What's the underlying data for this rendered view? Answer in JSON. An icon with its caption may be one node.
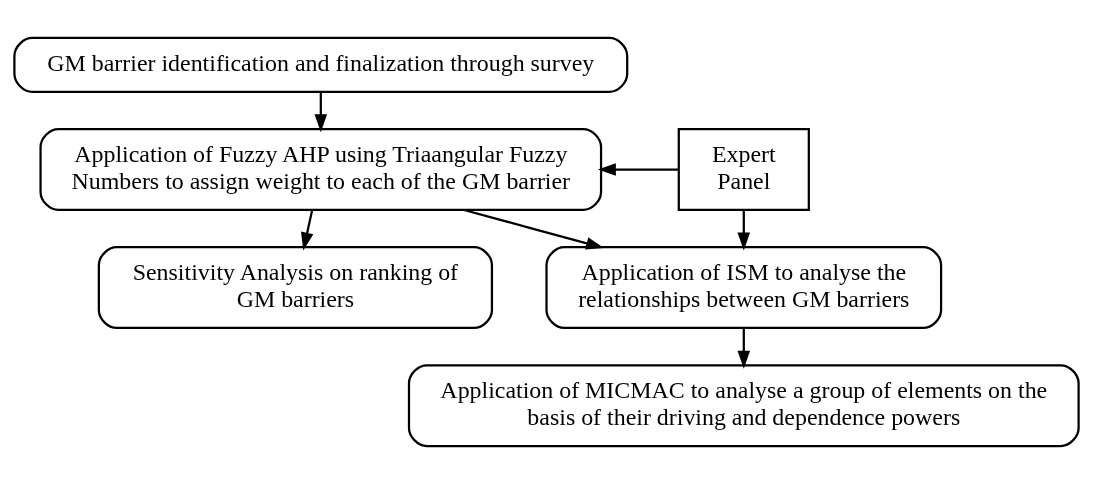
{
  "diagram": {
    "nodes": [
      {
        "text": [
          "GM barrier identification and finalization through survey"
        ]
      },
      {
        "text": [
          "Application of Fuzzy AHP using Triaangular Fuzzy Numbers to assign weight to each of the GM barrier"
        ]
      },
      {
        "text": [
          "Expert Panel"
        ]
      },
      {
        "text": [
          "Sensitivity Analysis on ranking of GM barriers"
        ]
      },
      {
        "text": [
          "Application of ISM to analyse the relationships between GM barriers"
        ]
      },
      {
        "text": [
          "Application of MICMAC to analyse a group of elements on the basis of their driving and dependence powers"
        ]
      }
    ],
    "edges": [
      {
        "from": 0,
        "to": 1,
        "arrow": "to"
      },
      {
        "from": 2,
        "to": 1,
        "arrow": "to"
      },
      {
        "from": 1,
        "to": 3,
        "arrow": "to"
      },
      {
        "from": 1,
        "to": 4,
        "arrow": "to"
      },
      {
        "from": 2,
        "to": 4,
        "arrow": "to"
      },
      {
        "from": 4,
        "to": 5,
        "arrow": "to"
      }
    ]
  }
}
